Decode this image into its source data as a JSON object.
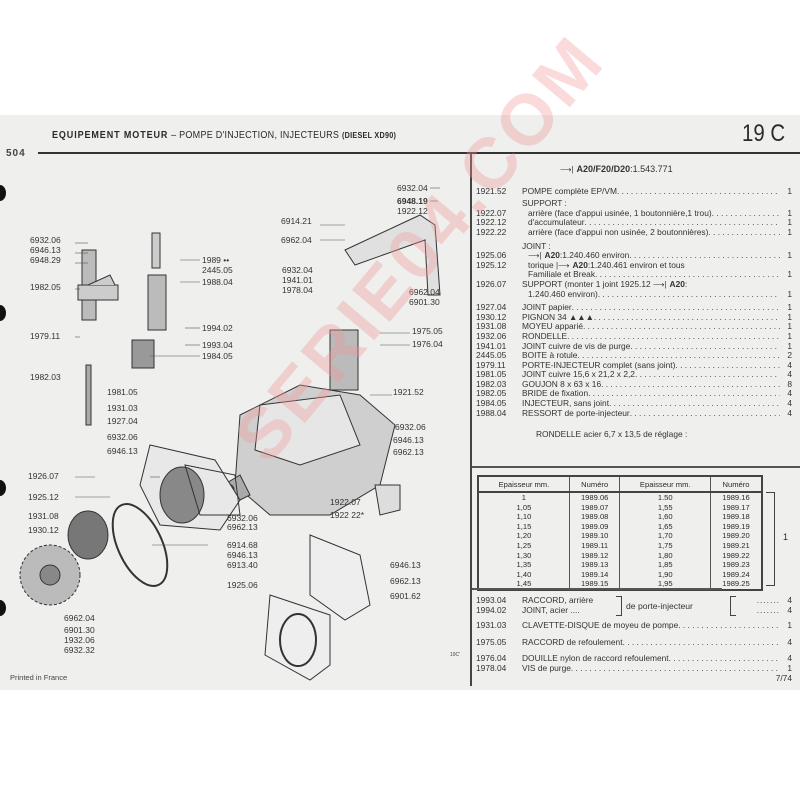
{
  "header": {
    "title_bold": "EQUIPEMENT MOTEUR",
    "title_rest": " – POMPE D'INJECTION, INJECTEURS ",
    "title_small": "(DIESEL XD90)",
    "page_code": "19 C",
    "logo": "504"
  },
  "diagram": {
    "labels": [
      "6932.04",
      "6948.19",
      "1922.12",
      "6914.21",
      "6962.04",
      "6932.06",
      "6946.13",
      "6948.29",
      "1989 ••",
      "2445.05",
      "6932.04",
      "1941.01",
      "1988.04",
      "1978.04",
      "6962.04",
      "1982.05",
      "6901.30",
      "1994.02",
      "1975.05",
      "1979.11",
      "1993.04",
      "1976.04",
      "1984.05",
      "1982.03",
      "1921.52",
      "1981.05",
      "1931.03",
      "1927.04",
      "6932.06",
      "6946.13",
      "6932.06",
      "6946.13",
      "6962.13",
      "1926.07",
      "1925.12",
      "6932.06",
      "6962.13",
      "1922.07",
      "1922 22*",
      "1931.08",
      "1930.12",
      "6914.68",
      "6946.13",
      "6913.40",
      "6946.13",
      "1925.06",
      "6962.13",
      "6901.62",
      "6962.04",
      "6901.30",
      "1932.06",
      "6932.32"
    ],
    "figure_code": "19C'",
    "printed": "Printed in France",
    "watermark": "SERIE04.COM"
  },
  "parts": {
    "applicability": {
      "bold": "A20/F20/D20",
      "rest": ":1.543.771",
      "icon": "arrow-to-icon"
    },
    "pompe": {
      "num": "1921.52",
      "desc": "POMPE complète EP/VM",
      "qty": "1"
    },
    "support_heading": "SUPPORT :",
    "support": [
      {
        "num": "1922.07",
        "desc": "arrière (face d'appui usinée, 1 boutonnière,1 trou)",
        "qty": "1"
      },
      {
        "num": "1922.12",
        "desc": "d'accumulateur",
        "qty": "1"
      },
      {
        "num": "1922.22",
        "desc": "arrière (face d'appui non usinée, 2 boutonnières)",
        "qty": "1"
      }
    ],
    "joint_heading": "JOINT :",
    "joint_1925_06": {
      "num": "1925.06",
      "bold": "A20",
      "rest": ":1.240.460 environ",
      "qty": "1"
    },
    "joint_1925_12": {
      "num": "1925.12",
      "pre": "torique",
      "bold": "A20",
      "rest": ":1.240.461 environ et tous",
      "line2": "Familiale et Break",
      "qty": "1"
    },
    "support_1926_07": {
      "num": "1926.07",
      "pre": "SUPPORT (monter 1 joint 1925.12",
      "bold": "A20",
      "rest": ":",
      "line2": "1.240.460 environ)",
      "qty": "1"
    },
    "items": [
      {
        "num": "1927.04",
        "desc": "JOINT papier",
        "qty": "1"
      },
      {
        "num": "1930.12",
        "desc": "PIGNON 34 ▲▲▲",
        "qty": "1"
      },
      {
        "num": "1931.08",
        "desc": "MOYEU apparié",
        "qty": "1"
      },
      {
        "num": "1932.06",
        "desc": "RONDELLE",
        "qty": "1"
      },
      {
        "num": "1941.01",
        "desc": "JOINT cuivre de vis de purge",
        "qty": "1"
      },
      {
        "num": "2445.05",
        "desc": "BOITE à rotule",
        "qty": "2"
      },
      {
        "num": "1979.11",
        "desc": "PORTE-INJECTEUR complet (sans joint)",
        "qty": "4"
      },
      {
        "num": "1981.05",
        "desc": "JOINT cuivre 15,6 x 21,2 x 2,2",
        "qty": "4"
      },
      {
        "num": "1982.03",
        "desc": "GOUJON 8 x 63 x 16",
        "qty": "8"
      },
      {
        "num": "1982.05",
        "desc": "BRIDE de fixation",
        "qty": "4"
      },
      {
        "num": "1984.05",
        "desc": "INJECTEUR, sans joint",
        "qty": "4"
      },
      {
        "num": "1988.04",
        "desc": "RESSORT de porte-injecteur",
        "qty": "4"
      }
    ],
    "rondelle_heading": "RONDELLE acier 6,7 x 13,5 de réglage :",
    "rondelle_table": {
      "headers": [
        "Epaisseur mm.",
        "Numéro",
        "Epaisseur mm.",
        "Numéro"
      ],
      "rows": [
        [
          "1",
          "1989.06",
          "1.50",
          "1989.16"
        ],
        [
          "1,05",
          "1989.07",
          "1,55",
          "1989.17"
        ],
        [
          "1,10",
          "1989.08",
          "1,60",
          "1989.18"
        ],
        [
          "1,15",
          "1989.09",
          "1,65",
          "1989.19"
        ],
        [
          "1,20",
          "1989.10",
          "1,70",
          "1989.20"
        ],
        [
          "1,25",
          "1989.11",
          "1,75",
          "1989.21"
        ],
        [
          "1,30",
          "1989.12",
          "1,80",
          "1989.22"
        ],
        [
          "1,35",
          "1989.13",
          "1,85",
          "1989.23"
        ],
        [
          "1,40",
          "1989.14",
          "1,90",
          "1989.24"
        ],
        [
          "1,45",
          "1989.15",
          "1,95",
          "1989.25"
        ]
      ],
      "qty": "1"
    },
    "raccord_group": {
      "items": [
        {
          "num": "1993.04",
          "desc": "RACCORD, arrière",
          "qty": "4"
        },
        {
          "num": "1994.02",
          "desc": "JOINT, acier ....",
          "qty": "4"
        }
      ],
      "common": "de porte-injecteur"
    },
    "tail": [
      {
        "num": "1931.03",
        "desc": "CLAVETTE-DISQUE de moyeu de pompe",
        "qty": "1"
      },
      {
        "num": "1975.05",
        "desc": "RACCORD de refoulement",
        "qty": "4"
      },
      {
        "num": "1976.04",
        "desc": "DOUILLE nylon de raccord refoulement",
        "qty": "4"
      },
      {
        "num": "1978.04",
        "desc": "VIS de purge",
        "qty": "1"
      }
    ],
    "page_number": "7/74"
  }
}
